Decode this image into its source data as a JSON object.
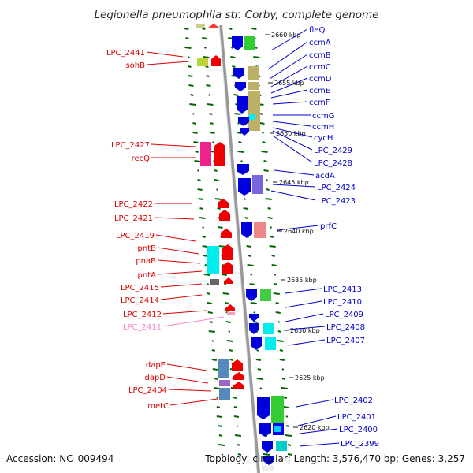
{
  "title": "Legionella pneumophila str. Corby, complete genome",
  "accession": "Accession: NC_009494",
  "topology": "Topology: circular; Length: 3,576,470 bp; Genes: 3,257",
  "kbp_ticks": [
    {
      "label": "2660 kbp"
    },
    {
      "label": "2655 kbp"
    },
    {
      "label": "2650 kbp"
    },
    {
      "label": "2645 kbp"
    },
    {
      "label": "2640 kbp"
    },
    {
      "label": "2635 kbp"
    },
    {
      "label": "2630 kbp"
    },
    {
      "label": "2625 kbp"
    },
    {
      "label": "2620 kbp"
    }
  ],
  "left_labels": [
    {
      "text": "LPC_2441",
      "color": "#dd0000"
    },
    {
      "text": "sohB",
      "color": "#dd0000"
    },
    {
      "text": "LPC_2427",
      "color": "#dd0000"
    },
    {
      "text": "recQ",
      "color": "#dd0000"
    },
    {
      "text": "LPC_2422",
      "color": "#dd0000"
    },
    {
      "text": "LPC_2421",
      "color": "#dd0000"
    },
    {
      "text": "LPC_2419",
      "color": "#dd0000"
    },
    {
      "text": "pntB",
      "color": "#dd0000"
    },
    {
      "text": "pnaB",
      "color": "#dd0000"
    },
    {
      "text": "pntA",
      "color": "#dd0000"
    },
    {
      "text": "LPC_2415",
      "color": "#dd0000"
    },
    {
      "text": "LPC_2414",
      "color": "#dd0000"
    },
    {
      "text": "LPC_2412",
      "color": "#dd0000"
    },
    {
      "text": "LPC_2411",
      "color": "#f08ac8"
    },
    {
      "text": "dapE",
      "color": "#dd0000"
    },
    {
      "text": "dapD",
      "color": "#dd0000"
    },
    {
      "text": "LPC_2404",
      "color": "#dd0000"
    },
    {
      "text": "metC",
      "color": "#dd0000"
    }
  ],
  "right_labels": [
    {
      "text": "fleQ",
      "color": "#0000cc"
    },
    {
      "text": "ccmA",
      "color": "#0000cc"
    },
    {
      "text": "ccmB",
      "color": "#0000cc"
    },
    {
      "text": "ccmC",
      "color": "#0000cc"
    },
    {
      "text": "ccmD",
      "color": "#0000cc"
    },
    {
      "text": "ccmE",
      "color": "#0000cc"
    },
    {
      "text": "ccmF",
      "color": "#0000cc"
    },
    {
      "text": "ccmG",
      "color": "#0000cc"
    },
    {
      "text": "ccmH",
      "color": "#0000cc"
    },
    {
      "text": "cycH",
      "color": "#0000cc"
    },
    {
      "text": "LPC_2429",
      "color": "#0000cc"
    },
    {
      "text": "LPC_2428",
      "color": "#0000cc"
    },
    {
      "text": "acdA",
      "color": "#0000cc"
    },
    {
      "text": "LPC_2424",
      "color": "#0000cc"
    },
    {
      "text": "LPC_2423",
      "color": "#0000cc"
    },
    {
      "text": "prfC",
      "color": "#0000cc"
    },
    {
      "text": "LPC_2413",
      "color": "#0000cc"
    },
    {
      "text": "LPC_2410",
      "color": "#0000cc"
    },
    {
      "text": "LPC_2409",
      "color": "#0000cc"
    },
    {
      "text": "LPC_2408",
      "color": "#0000cc"
    },
    {
      "text": "LPC_2407",
      "color": "#0000cc"
    },
    {
      "text": "LPC_2402",
      "color": "#0000cc"
    },
    {
      "text": "LPC_2401",
      "color": "#0000cc"
    },
    {
      "text": "LPC_2400",
      "color": "#0000cc"
    },
    {
      "text": "LPC_2399",
      "color": "#0000cc"
    }
  ],
  "colors": {
    "backbone": "#999999",
    "gc_skew_dots": "#006600",
    "forward_gene": "#ee0000",
    "reverse_gene": "#0000dd"
  }
}
